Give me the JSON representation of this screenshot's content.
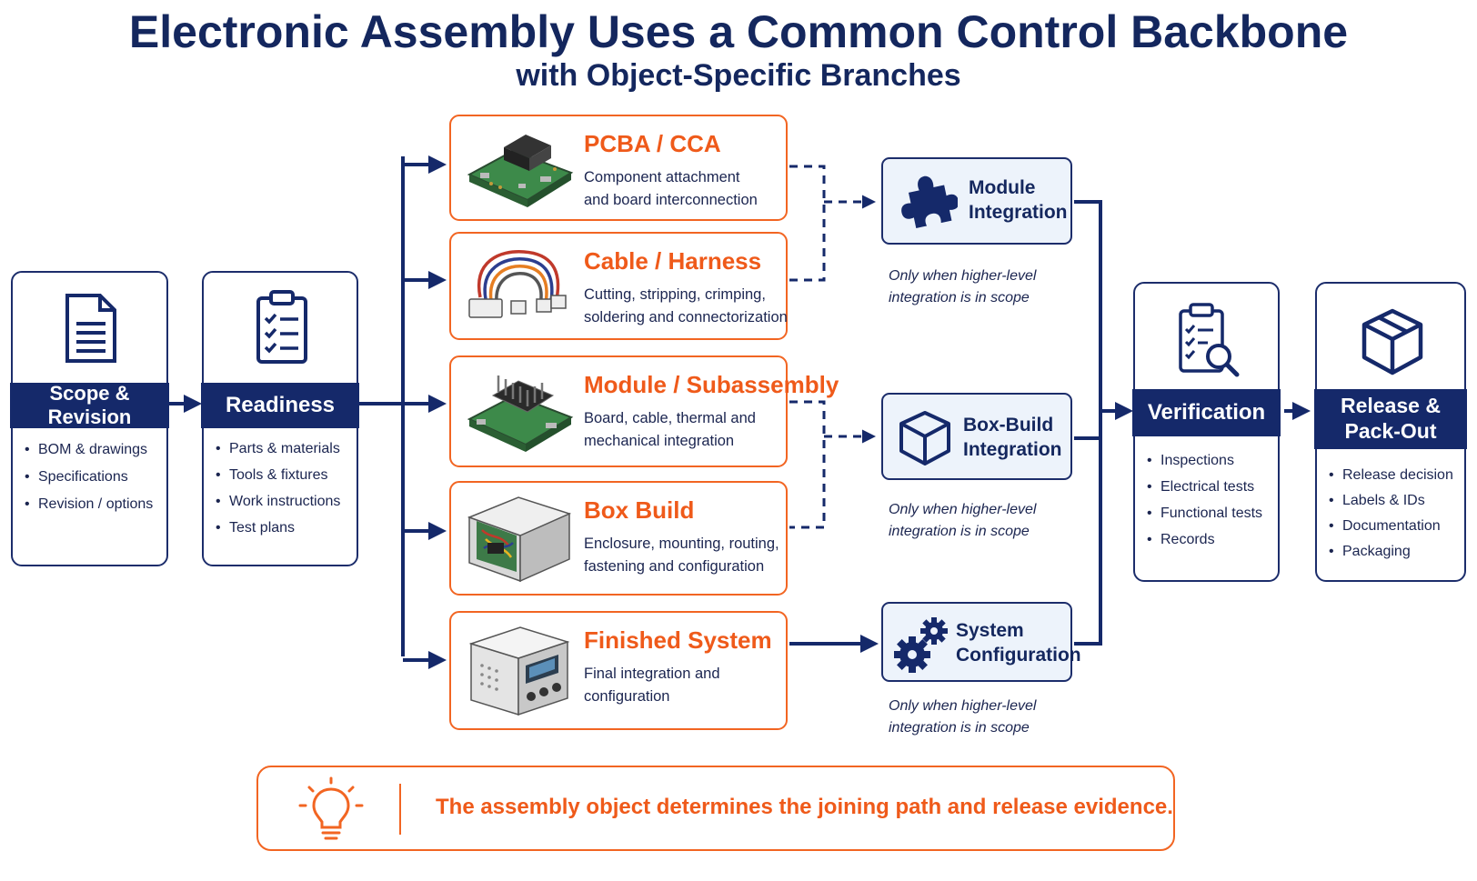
{
  "title": "Electronic Assembly Uses a Common Control Backbone",
  "subtitle": "with Object-Specific Branches",
  "backbone": [
    {
      "label": "Scope & Revision",
      "icon": "document-icon",
      "items": [
        "BOM & drawings",
        "Specifications",
        "Revision / options"
      ]
    },
    {
      "label": "Readiness",
      "icon": "clipboard-checklist-icon",
      "items": [
        "Parts & materials",
        "Tools & fixtures",
        "Work instructions",
        "Test plans"
      ]
    }
  ],
  "objects": [
    {
      "title": "PCBA / CCA",
      "desc_lines": [
        "Component attachment",
        "and board interconnection"
      ],
      "icon": "circuit-board-icon"
    },
    {
      "title": "Cable / Harness",
      "desc_lines": [
        "Cutting, stripping, crimping,",
        "soldering and connectorization"
      ],
      "icon": "cable-harness-icon"
    },
    {
      "title": "Module / Subassembly",
      "desc_lines": [
        "Board, cable, thermal and",
        "mechanical integration"
      ],
      "icon": "heatsink-module-icon"
    },
    {
      "title": "Box Build",
      "desc_lines": [
        "Enclosure, mounting, routing,",
        "fastening and configuration"
      ],
      "icon": "open-enclosure-icon"
    },
    {
      "title": "Finished System",
      "desc_lines": [
        "Final integration and",
        "configuration"
      ],
      "icon": "finished-unit-icon"
    }
  ],
  "integrations": [
    {
      "title_lines": [
        "Module",
        "Integration"
      ],
      "icon": "puzzle-icon",
      "note_lines": [
        "Only when higher-level",
        "integration is in scope"
      ]
    },
    {
      "title_lines": [
        "Box-Build",
        "Integration"
      ],
      "icon": "box-icon",
      "note_lines": [
        "Only when higher-level",
        "integration is in scope"
      ]
    },
    {
      "title_lines": [
        "System",
        "Configuration"
      ],
      "icon": "gears-icon",
      "note_lines": [
        "Only when higher-level",
        "integration is in scope"
      ]
    }
  ],
  "final_stages": [
    {
      "label": "Verification",
      "icon": "clipboard-search-icon",
      "items": [
        "Inspections",
        "Electrical tests",
        "Functional tests",
        "Records"
      ]
    },
    {
      "label_lines": [
        "Release &",
        "Pack-Out"
      ],
      "icon": "package-icon",
      "items": [
        "Release decision",
        "Labels & IDs",
        "Documentation",
        "Packaging"
      ]
    }
  ],
  "insight": {
    "text": "The assembly object determines the joining path and release evidence.",
    "icon": "lightbulb-icon"
  },
  "colors": {
    "navy": "#15296a",
    "orange": "#f26522",
    "light_blue": "#edf3fb"
  }
}
